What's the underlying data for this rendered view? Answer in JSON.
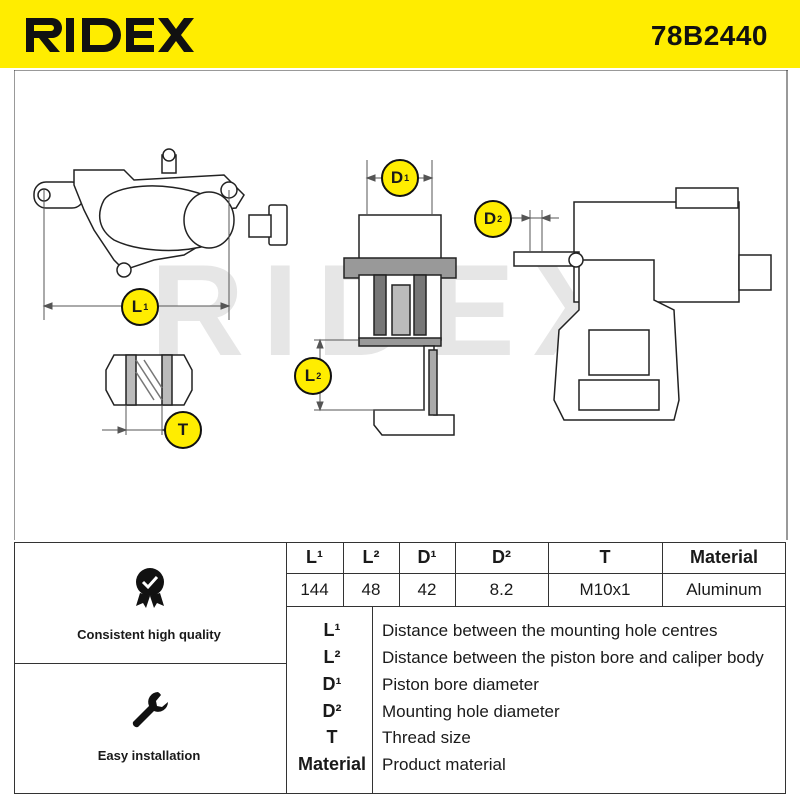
{
  "header": {
    "brand": "RIDEX",
    "part_number": "78B2440"
  },
  "drawing": {
    "watermark": "RIDEX",
    "labels": {
      "L1": "L",
      "L1_sup": "1",
      "L2": "L",
      "L2_sup": "2",
      "D1": "D",
      "D1_sup": "1",
      "D2": "D",
      "D2_sup": "2",
      "T": "T"
    }
  },
  "features": [
    {
      "icon": "quality-badge-icon",
      "label": "Consistent high quality"
    },
    {
      "icon": "wrench-icon",
      "label": "Easy installation"
    }
  ],
  "spec_table": {
    "headers": [
      "L¹",
      "L²",
      "D¹",
      "D²",
      "T",
      "Material"
    ],
    "values": [
      "144",
      "48",
      "42",
      "8.2",
      "M10x1",
      "Aluminum"
    ]
  },
  "legend": [
    {
      "key": "L¹",
      "desc": "Distance between the mounting hole centres"
    },
    {
      "key": "L²",
      "desc": "Distance between the piston bore and caliper body"
    },
    {
      "key": "D¹",
      "desc": "Piston bore diameter"
    },
    {
      "key": "D²",
      "desc": "Mounting hole diameter"
    },
    {
      "key": "T",
      "desc": "Thread size"
    },
    {
      "key": "Material",
      "desc": "Product material"
    }
  ]
}
